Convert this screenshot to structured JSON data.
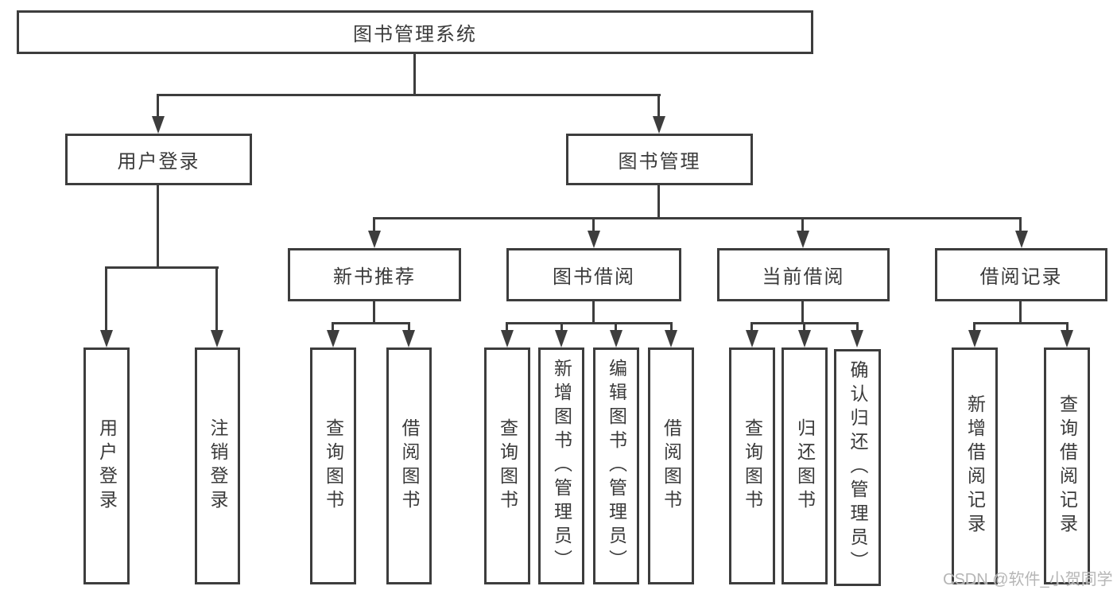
{
  "title": "图书管理系统",
  "watermark": "CSDN @软件_小贺同学",
  "colors": {
    "line": "#3d3d3d",
    "text": "#3a3a3a",
    "watermark": "#b0b0b0",
    "background": "#ffffff"
  },
  "tree": {
    "label": "图书管理系统",
    "children": [
      {
        "label": "用户登录",
        "children": [
          {
            "label": "用户登录"
          },
          {
            "label": "注销登录"
          }
        ]
      },
      {
        "label": "图书管理",
        "children": [
          {
            "label": "新书推荐",
            "children": [
              {
                "label": "查询图书"
              },
              {
                "label": "借阅图书"
              }
            ]
          },
          {
            "label": "图书借阅",
            "children": [
              {
                "label": "查询图书"
              },
              {
                "label": "新增图书（管理员）"
              },
              {
                "label": "编辑图书（管理员）"
              },
              {
                "label": "借阅图书"
              }
            ]
          },
          {
            "label": "当前借阅",
            "children": [
              {
                "label": "查询图书"
              },
              {
                "label": "归还图书"
              },
              {
                "label": "确认归还（管理员）"
              }
            ]
          },
          {
            "label": "借阅记录",
            "children": [
              {
                "label": "新增借阅记录"
              },
              {
                "label": "查询借阅记录"
              }
            ]
          }
        ]
      }
    ]
  }
}
